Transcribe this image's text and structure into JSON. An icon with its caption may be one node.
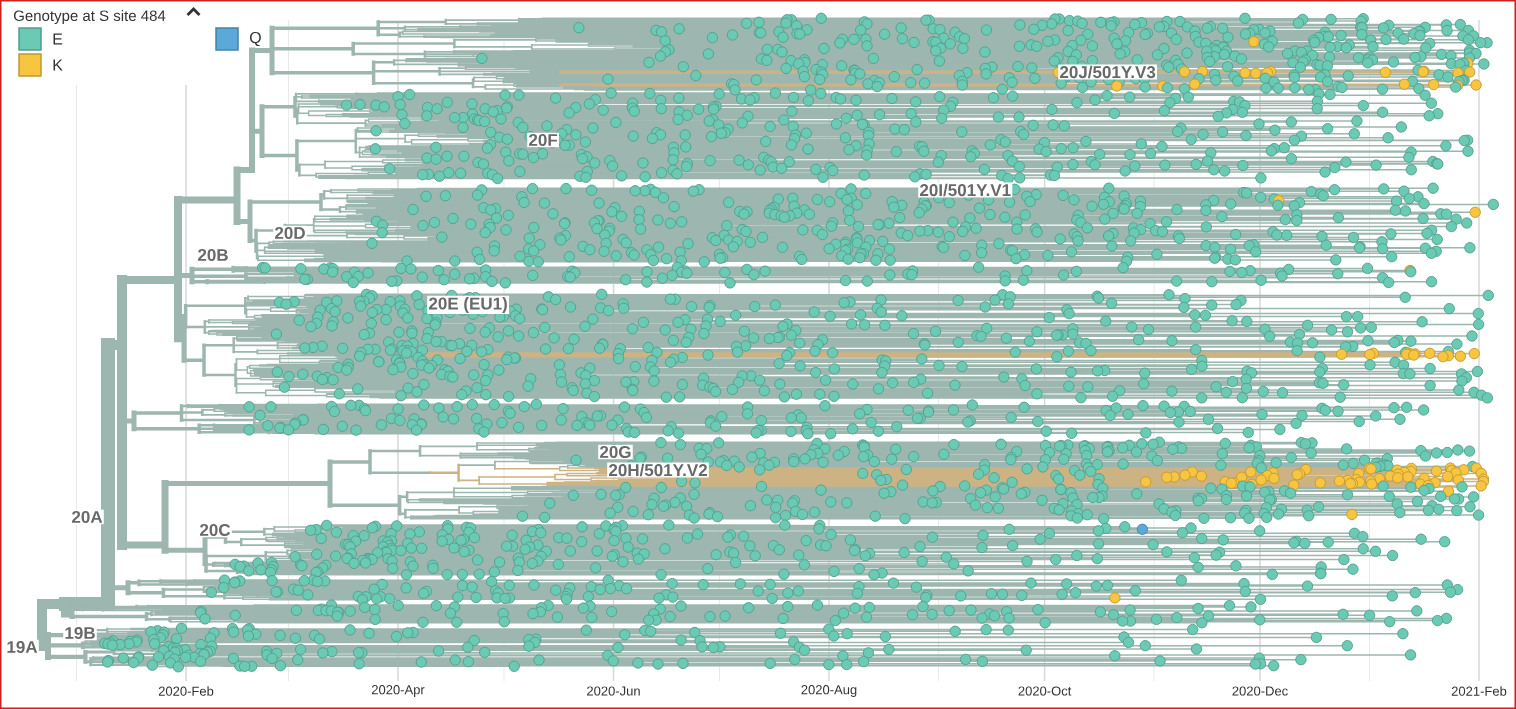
{
  "diagram": {
    "title": "Genotype at S site 484",
    "labels": [
      "20J/501Y.V3",
      "20F",
      "20I/501Y.V1",
      "20D",
      "20B",
      "20E (EU1)",
      "20G",
      "20H/501Y.V2",
      "20A",
      "20C",
      "19B",
      "19A",
      "2020-Feb",
      "2020-Apr",
      "2020-Jun",
      "2020-Aug",
      "2020-Oct",
      "2020-Dec",
      "2021-Feb"
    ],
    "legend": [
      {
        "text": "E",
        "color": "#6bcab4"
      },
      {
        "text": "K",
        "color": "#f7c540"
      },
      {
        "text": "Q",
        "color": "#5aa9d9"
      }
    ]
  }
}
